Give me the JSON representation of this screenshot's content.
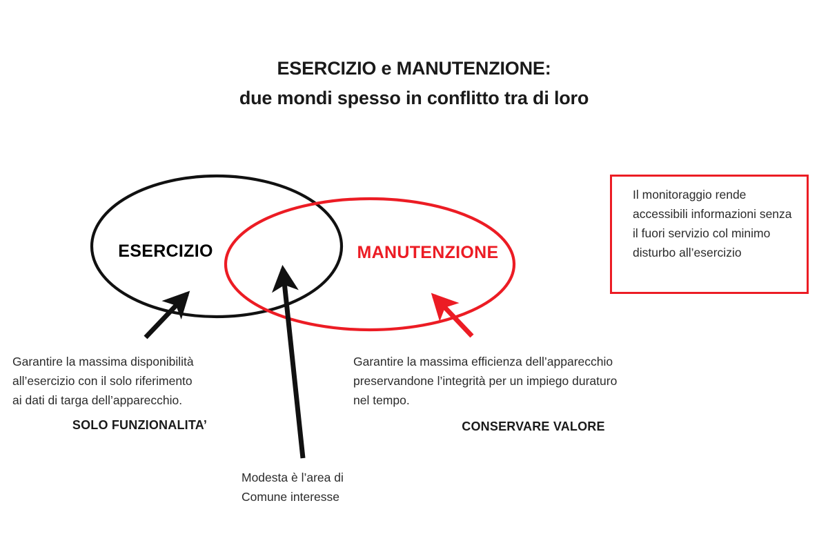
{
  "slide": {
    "background_color": "#ffffff",
    "title": {
      "line1": "ESERCIZIO e MANUTENZIONE:",
      "line2": "due mondi spesso in conflitto tra di loro"
    }
  },
  "colors": {
    "red": "#ec1c24",
    "black": "#000000",
    "text": "#2b2b2b"
  },
  "venn": {
    "left_set": {
      "label": "ESERCIZIO",
      "color": "#000000"
    },
    "right_set": {
      "label": "MANUTENZIONE",
      "color": "#ec1c24"
    }
  },
  "callout_box": {
    "border_color": "#ec1c24",
    "text": "Il monitoraggio rende accessibili informazioni senza il fuori servizio col minimo disturbo all’esercizio"
  },
  "annotations": {
    "left": {
      "body": "Garantire la massima disponibilità\nall’esercizio con il solo riferimento\nai dati di targa dell’apparecchio.",
      "emphasis": "SOLO FUNZIONALITA’"
    },
    "right": {
      "body": "Garantire la massima efficienza dell’apparecchio\npreservandone l’integrità per un impiego duraturo\nnel tempo.",
      "emphasis": "CONSERVARE VALORE"
    },
    "center": {
      "body": "Modesta è l’area di\nComune interesse"
    }
  }
}
